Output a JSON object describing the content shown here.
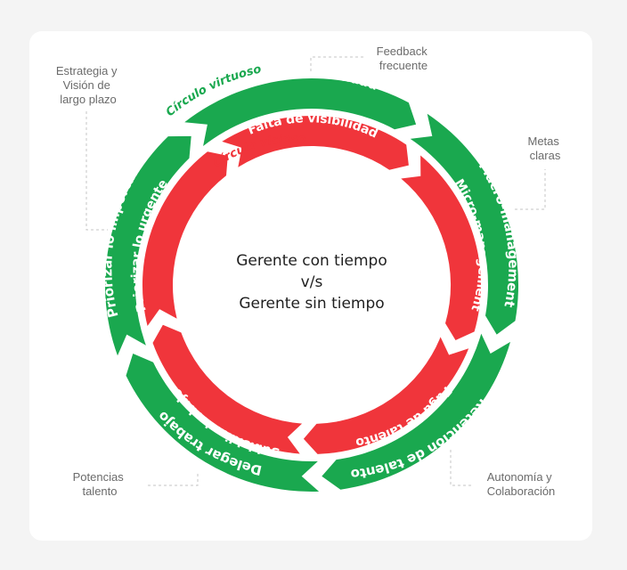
{
  "title": [
    "Gerente con tiempo",
    "v/s",
    "Gerente sin tiempo"
  ],
  "virtuous_label": "Círculo virtuoso",
  "vicious_label": "Círculo vicioso",
  "outer_segments": [
    "Tener visibilidad",
    "Macro-management",
    "Retención de talento",
    "Delegar trabajo",
    "Priorizar lo importante"
  ],
  "inner_segments": [
    "Falta de visibilidad",
    "Micro-management",
    "Fuga de talento",
    "Subisidiar trabajo",
    "Priorizar lo urgente"
  ],
  "notes": {
    "feedback": [
      "Feedback",
      "frecuente"
    ],
    "metas": [
      "Metas",
      "claras"
    ],
    "autonomia": [
      "Autonomía y",
      "Colaboración"
    ],
    "potencias": [
      "Potencias",
      "talento"
    ],
    "estrategia": [
      "Estrategia y",
      "Visión de",
      "largo plazo"
    ]
  },
  "colors": {
    "outer": "#1aa84f",
    "inner": "#f0353b",
    "card": "#ffffff",
    "background": "#f4f4f4"
  }
}
